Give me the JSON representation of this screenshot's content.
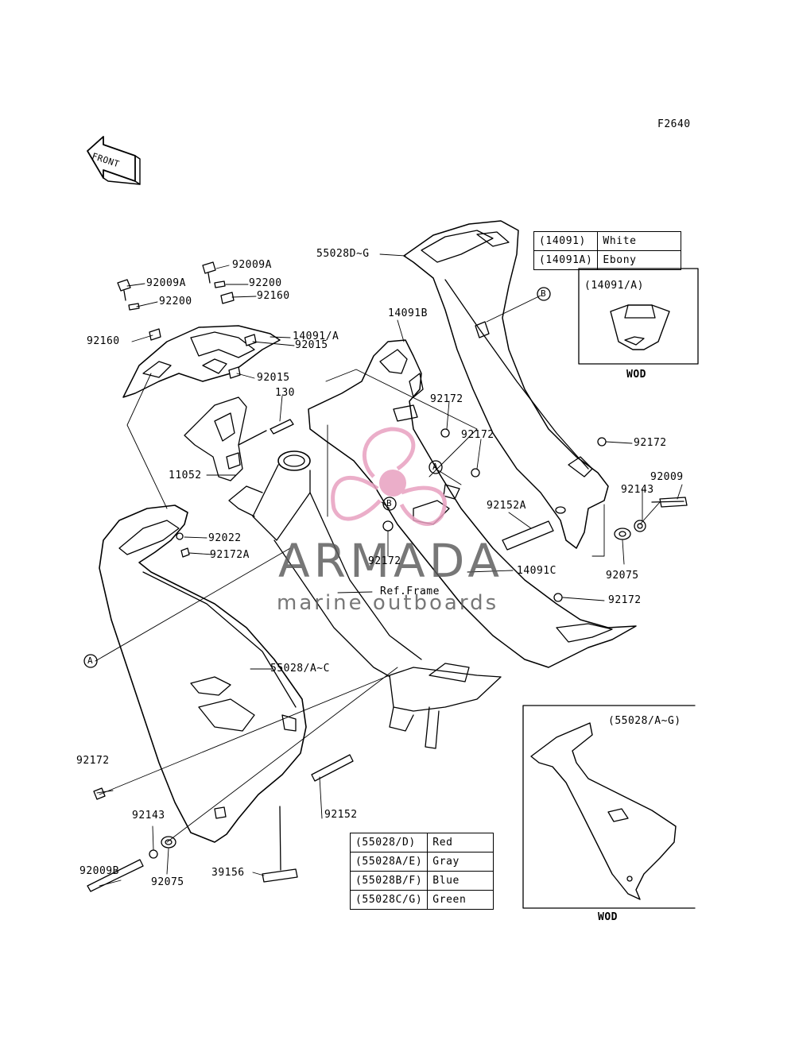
{
  "figure_code": "F2640",
  "front_arrow_text": "FRONT",
  "color_table_cover": {
    "rows": [
      {
        "code": "(14091)",
        "color": "White"
      },
      {
        "code": "(14091A)",
        "color": "Ebony"
      }
    ]
  },
  "color_table_side": {
    "rows": [
      {
        "code": "(55028/D)",
        "color": "Red"
      },
      {
        "code": "(55028A/E)",
        "color": "Gray"
      },
      {
        "code": "(55028B/F)",
        "color": "Blue"
      },
      {
        "code": "(55028C/G)",
        "color": "Green"
      }
    ]
  },
  "inset_top": {
    "title": "(14091/A)",
    "caption": "WOD"
  },
  "inset_bottom": {
    "title": "(55028/A~G)",
    "caption": "WOD"
  },
  "callouts": {
    "p_55028D_G": "55028D~G",
    "p_92009A_1": "92009A",
    "p_92009A_2": "92009A",
    "p_92200_1": "92200",
    "p_92200_2": "92200",
    "p_92160_1": "92160",
    "p_92160_2": "92160",
    "p_14091A": "14091/A",
    "p_92015_1": "92015",
    "p_92015_2": "92015",
    "p_130": "130",
    "p_14091B": "14091B",
    "p_92172_a": "92172",
    "p_92172_b": "92172",
    "p_92172_c": "92172",
    "p_92172_d": "92172",
    "p_92172_e": "92172",
    "p_92172_f": "92172",
    "p_11052": "11052",
    "p_92152A": "92152A",
    "p_92143_1": "92143",
    "p_92143_2": "92143",
    "p_92009": "92009",
    "p_92022": "92022",
    "p_92172A": "92172A",
    "p_14091C": "14091C",
    "p_92075_1": "92075",
    "p_92075_2": "92075",
    "p_ref_frame": "Ref.Frame",
    "p_55028_AC": "55028/A~C",
    "p_92152": "92152",
    "p_92009B": "92009B",
    "p_39156": "39156",
    "ref_A_1": "A",
    "ref_A_2": "A",
    "ref_B_1": "B",
    "ref_B_2": "B"
  },
  "watermark": {
    "brand": "ARMADA",
    "tagline": "marine outboards",
    "brand_color": "#e8a0c0"
  }
}
